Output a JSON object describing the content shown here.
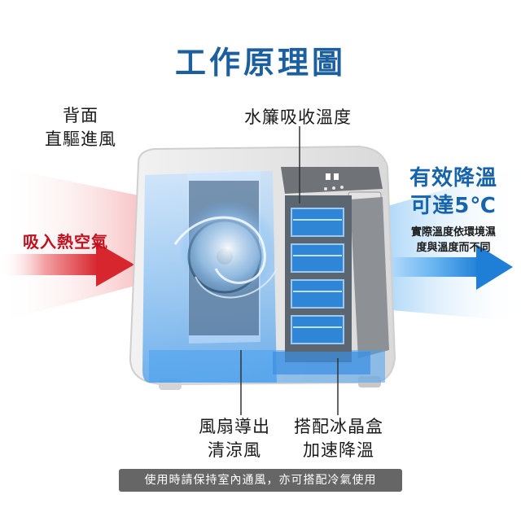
{
  "title": "工作原理圖",
  "labels": {
    "back_line1": "背面",
    "back_line2": "直驅進風",
    "curtain": "水簾吸收溫度",
    "hot_air": "吸入熱空氣",
    "fan_line1": "風扇導出",
    "fan_line2": "清涼風",
    "ice_line1": "搭配冰晶盒",
    "ice_line2": "加速降溫",
    "cool_line1": "有效降溫",
    "cool_line2": "可達5℃",
    "note_line1": "實際溫度依環境濕",
    "note_line2": "度與溫度而不同"
  },
  "footer": "使用時請保持室內通風，亦可搭配冷氣使用",
  "colors": {
    "title": "#1c5f9e",
    "hot": "#d7262e",
    "cool": "#1f7fd6",
    "water": "#3a8fe0"
  }
}
